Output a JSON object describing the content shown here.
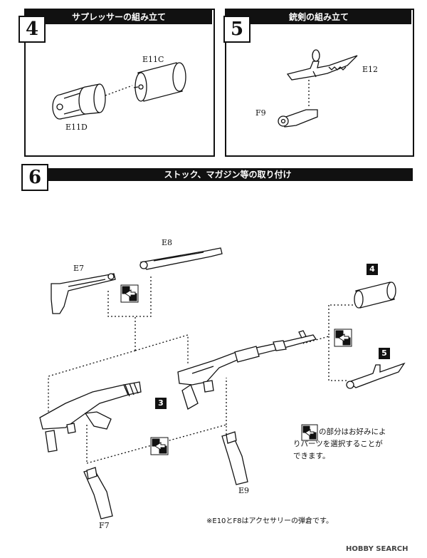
{
  "step4": {
    "number": "4",
    "title": "サプレッサーの組み立て",
    "part_a": "E11C",
    "part_b": "E11D"
  },
  "step5": {
    "number": "5",
    "title": "銃剣の組み立て",
    "part_a": "E12",
    "part_b": "F9"
  },
  "step6": {
    "number": "6",
    "title": "ストック、マガジン等の取り付け",
    "labels": {
      "e8": "E8",
      "e7": "E7",
      "e9": "E9",
      "f7": "F7"
    },
    "refs": {
      "r4": "4",
      "r5": "5",
      "r3": "3"
    }
  },
  "note": {
    "line1": "の部分はお好みによ",
    "line2": "りパーツを選択することが",
    "line3": "できます。"
  },
  "footnote": "※E10とF8はアクセサリーの弾倉です。",
  "watermark": "HOBBY SEARCH"
}
